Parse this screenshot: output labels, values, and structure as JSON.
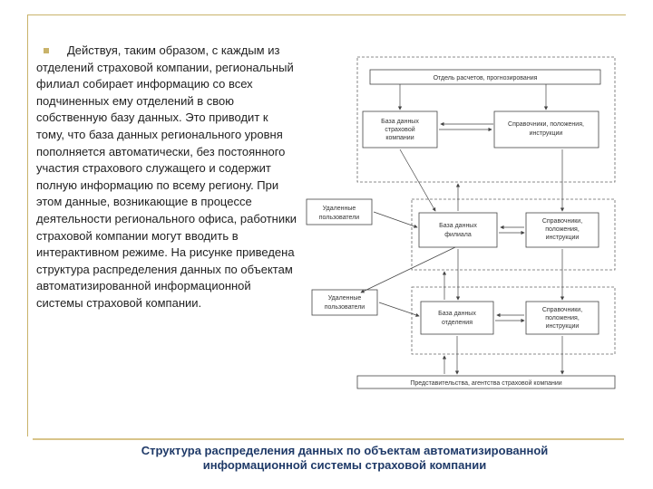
{
  "paragraph": "Действуя, таким образом, с каждым из отделений страховой компании, региональный филиал собирает информацию со всех подчиненных ему отделений в свою собственную базу данных. Это приводит к тому, что база данных регионального уровня пополняется автоматически, без постоянного участия страхового служащего и содержит полную информацию по всему региону. При этом данные, возникающие в процессе деятельности регионального офиса, работники страховой компании могут вводить в интерактивном режиме. На рисунке приведена структура распределения данных по объектам автоматизированной информационной системы страховой компании.",
  "diagram": {
    "top_label": "Отдель расчетов, прогнозирования",
    "db_branches_1": "База данных",
    "db_branches_2": "страховой",
    "db_branches_3": "компании",
    "ref1_1": "Справочники, положения,",
    "ref1_2": "инструкции",
    "remote1_1": "Удаленные",
    "remote1_2": "пользователи",
    "db_filial_1": "База данных",
    "db_filial_2": "филиала",
    "ref2_1": "Справочники,",
    "ref2_2": "положения,",
    "ref2_3": "инструкции",
    "remote2_1": "Удаленные",
    "remote2_2": "пользователи",
    "db_dept_1": "База данных",
    "db_dept_2": "отделения",
    "ref3_1": "Справочники,",
    "ref3_2": "положения,",
    "ref3_3": "инструкции",
    "bottom_label": "Представительства, агентства страховой компании"
  },
  "caption": {
    "line1": "Структура распределения данных по объектам автоматизированной",
    "line2": "информационной системы страховой компании"
  },
  "colors": {
    "frame": "#c9b36a",
    "caption": "#1f3a68",
    "bullet": "#c9b36a"
  }
}
